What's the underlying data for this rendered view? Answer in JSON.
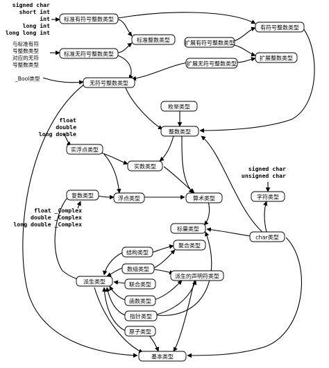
{
  "nodes": {
    "std_signed": "标准有符号整数类型",
    "std_int": "标准整数类型",
    "std_unsigned": "标准无符号整数类型",
    "unsigned_int": "无符号整数类型",
    "ext_signed": "扩展有符号整数类型",
    "ext_unsigned": "扩展无符号整数类型",
    "signed_int": "有符号整数类型",
    "ext_int": "扩展整数类型",
    "enum_type": "枚举类型",
    "integer_type": "整数类型",
    "real_float": "实浮点类型",
    "real_type": "实数类型",
    "complex_type": "复数类型",
    "float_type": "浮点类型",
    "arith_type": "算术类型",
    "char_type": "字符类型",
    "scalar_type": "标量类型",
    "char_node": "char类型",
    "struct_type": "结构类型",
    "aggregate_type": "聚合类型",
    "array_type": "数组类型",
    "union_type": "联合类型",
    "derived_type": "派生类型",
    "derived_decl": "派生的声明符类型",
    "function_type": "函数类型",
    "pointer_type": "指针类型",
    "atomic_type": "原子类型",
    "basic_type": "基本类型"
  },
  "labels": {
    "signed_list": [
      "signed char",
      "short int",
      "int",
      "long int",
      "long long int"
    ],
    "unsigned_note": [
      "与标准有符",
      "号整数类型",
      "对应的无符",
      "号整数类型"
    ],
    "bool_label": "_Bool类型",
    "float_list": [
      "float",
      "double",
      "long double"
    ],
    "complex_list": [
      "float _Complex",
      "double _Complex",
      "long double _Complex"
    ],
    "char_list": [
      "signed char",
      "unsigned char"
    ]
  }
}
